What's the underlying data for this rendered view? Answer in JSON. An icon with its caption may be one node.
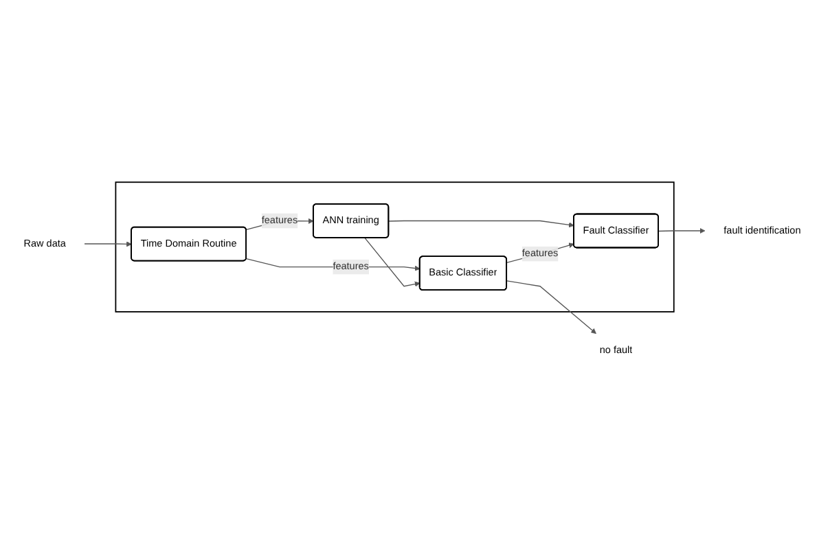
{
  "diagram": {
    "nodes": [
      {
        "text": [],
        "shape": "box"
      },
      {
        "text": [
          "Raw data"
        ]
      },
      {
        "text": [
          "Time Domain Routine"
        ],
        "in": 0
      },
      {
        "text": [
          "Basic Classifier"
        ],
        "in": 0
      },
      {
        "text": [
          "ANN training"
        ],
        "in": 0
      },
      {
        "text": [
          "Fault Classifier"
        ],
        "in": 0
      },
      {
        "text": [
          "no fault"
        ]
      },
      {
        "text": [
          "fault identification"
        ]
      }
    ],
    "edges": [
      {
        "from": 1,
        "to": 2,
        "arrow": "to"
      },
      {
        "from": 2,
        "to": 3,
        "arrow": "to",
        "label": "features"
      },
      {
        "from": 2,
        "to": 4,
        "arrow": "to",
        "label": "features"
      },
      {
        "from": 4,
        "to": 3,
        "arrow": "to"
      },
      {
        "from": 4,
        "to": 5,
        "arrow": "to"
      },
      {
        "from": 3,
        "to": 5,
        "arrow": "to",
        "label": "features"
      },
      {
        "from": 3,
        "to": 6,
        "arrow": "to"
      },
      {
        "from": 5,
        "to": 7,
        "arrow": "to"
      }
    ]
  }
}
